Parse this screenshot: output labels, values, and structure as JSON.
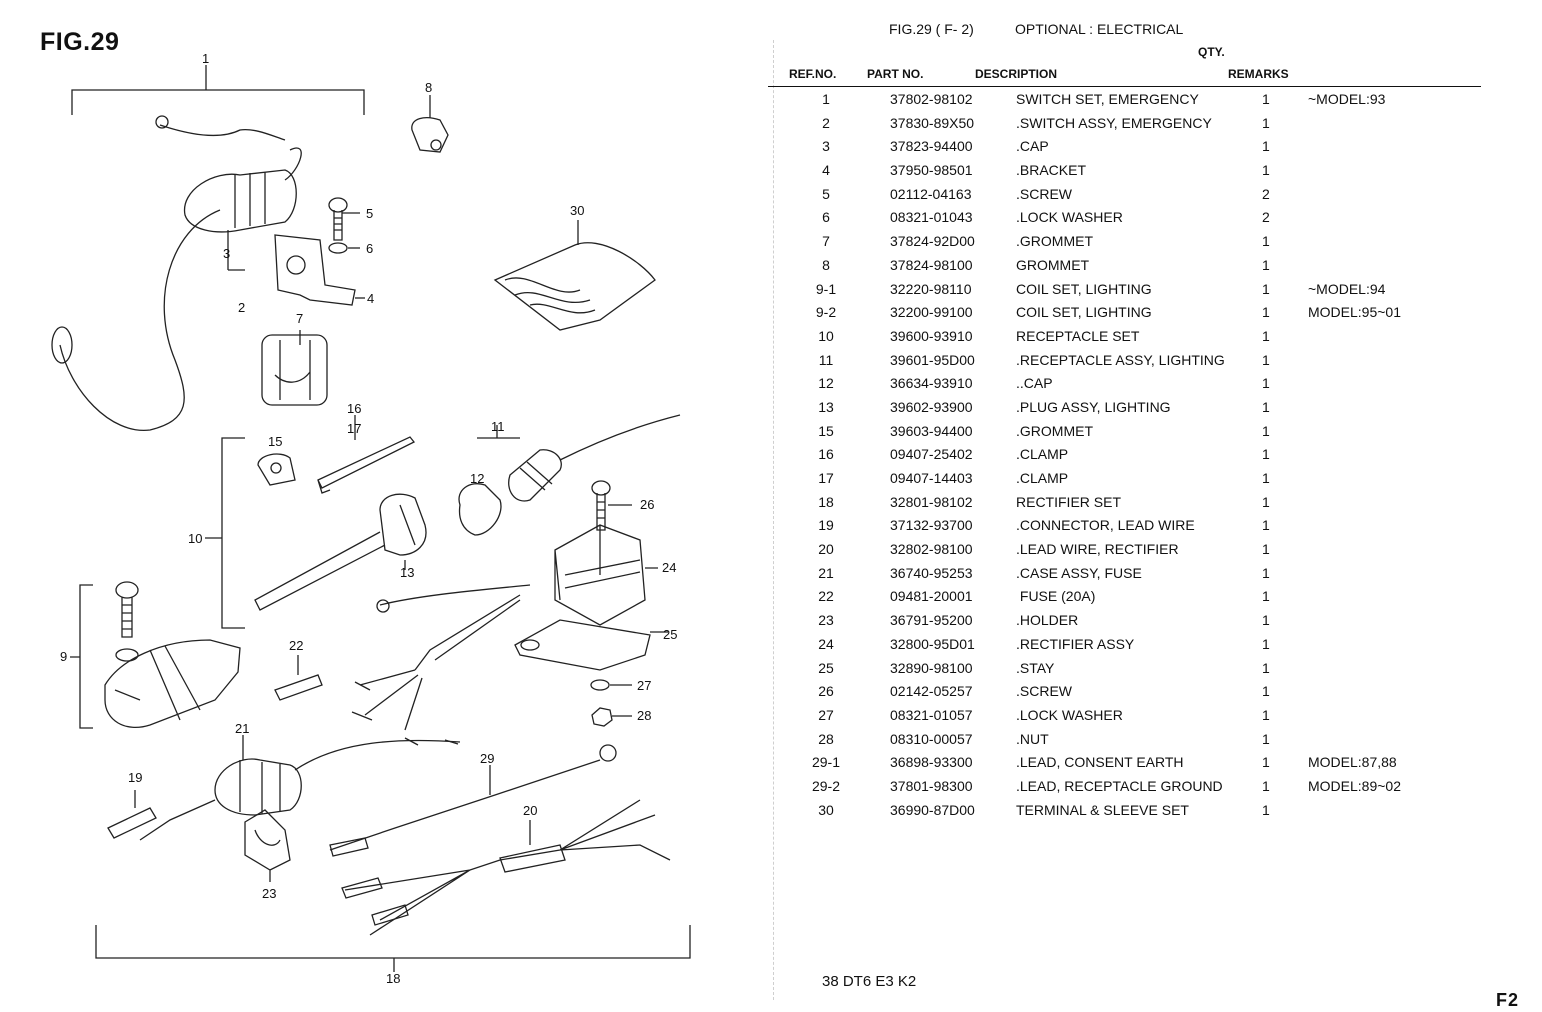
{
  "figure": {
    "title": "FIG.29"
  },
  "callouts": [
    "1",
    "2",
    "3",
    "4",
    "5",
    "6",
    "7",
    "8",
    "9",
    "10",
    "11",
    "12",
    "13",
    "15",
    "16",
    "17",
    "18",
    "19",
    "20",
    "21",
    "22",
    "23",
    "24",
    "25",
    "26",
    "27",
    "28",
    "29",
    "30"
  ],
  "list_header": {
    "fig_ref": "FIG.29 ( F- 2)",
    "section": "OPTIONAL : ELECTRICAL",
    "qty": "QTY.",
    "columns": {
      "ref": "REF.NO.",
      "part": "PART NO.",
      "desc": "DESCRIPTION",
      "remarks": "REMARKS"
    }
  },
  "parts": [
    {
      "ref": "1",
      "part": "37802-98102",
      "desc": "SWITCH SET, EMERGENCY",
      "qty": "1",
      "remarks": "~MODEL:93"
    },
    {
      "ref": "2",
      "part": "37830-89X50",
      "desc": ".SWITCH ASSY, EMERGENCY",
      "qty": "1",
      "remarks": ""
    },
    {
      "ref": "3",
      "part": "37823-94400",
      "desc": ".CAP",
      "qty": "1",
      "remarks": ""
    },
    {
      "ref": "4",
      "part": "37950-98501",
      "desc": ".BRACKET",
      "qty": "1",
      "remarks": ""
    },
    {
      "ref": "5",
      "part": "02112-04163",
      "desc": ".SCREW",
      "qty": "2",
      "remarks": ""
    },
    {
      "ref": "6",
      "part": "08321-01043",
      "desc": ".LOCK WASHER",
      "qty": "2",
      "remarks": ""
    },
    {
      "ref": "7",
      "part": "37824-92D00",
      "desc": ".GROMMET",
      "qty": "1",
      "remarks": ""
    },
    {
      "ref": "8",
      "part": "37824-98100",
      "desc": "GROMMET",
      "qty": "1",
      "remarks": ""
    },
    {
      "ref": "9-1",
      "part": "32220-98110",
      "desc": "COIL SET, LIGHTING",
      "qty": "1",
      "remarks": "~MODEL:94"
    },
    {
      "ref": "9-2",
      "part": "32200-99100",
      "desc": "COIL SET, LIGHTING",
      "qty": "1",
      "remarks": "MODEL:95~01"
    },
    {
      "ref": "10",
      "part": "39600-93910",
      "desc": "RECEPTACLE SET",
      "qty": "1",
      "remarks": ""
    },
    {
      "ref": "11",
      "part": "39601-95D00",
      "desc": ".RECEPTACLE ASSY, LIGHTING",
      "qty": "1",
      "remarks": ""
    },
    {
      "ref": "12",
      "part": "36634-93910",
      "desc": "..CAP",
      "qty": "1",
      "remarks": ""
    },
    {
      "ref": "13",
      "part": "39602-93900",
      "desc": ".PLUG ASSY, LIGHTING",
      "qty": "1",
      "remarks": ""
    },
    {
      "ref": "15",
      "part": "39603-94400",
      "desc": ".GROMMET",
      "qty": "1",
      "remarks": ""
    },
    {
      "ref": "16",
      "part": "09407-25402",
      "desc": ".CLAMP",
      "qty": "1",
      "remarks": ""
    },
    {
      "ref": "17",
      "part": "09407-14403",
      "desc": ".CLAMP",
      "qty": "1",
      "remarks": ""
    },
    {
      "ref": "18",
      "part": "32801-98102",
      "desc": "RECTIFIER SET",
      "qty": "1",
      "remarks": ""
    },
    {
      "ref": "19",
      "part": "37132-93700",
      "desc": ".CONNECTOR, LEAD WIRE",
      "qty": "1",
      "remarks": ""
    },
    {
      "ref": "20",
      "part": "32802-98100",
      "desc": ".LEAD WIRE, RECTIFIER",
      "qty": "1",
      "remarks": ""
    },
    {
      "ref": "21",
      "part": "36740-95253",
      "desc": ".CASE ASSY, FUSE",
      "qty": "1",
      "remarks": ""
    },
    {
      "ref": "22",
      "part": "09481-20001",
      "desc": " FUSE (20A)",
      "qty": "1",
      "remarks": ""
    },
    {
      "ref": "23",
      "part": "36791-95200",
      "desc": ".HOLDER",
      "qty": "1",
      "remarks": ""
    },
    {
      "ref": "24",
      "part": "32800-95D01",
      "desc": ".RECTIFIER ASSY",
      "qty": "1",
      "remarks": ""
    },
    {
      "ref": "25",
      "part": "32890-98100",
      "desc": ".STAY",
      "qty": "1",
      "remarks": ""
    },
    {
      "ref": "26",
      "part": "02142-05257",
      "desc": ".SCREW",
      "qty": "1",
      "remarks": ""
    },
    {
      "ref": "27",
      "part": "08321-01057",
      "desc": ".LOCK WASHER",
      "qty": "1",
      "remarks": ""
    },
    {
      "ref": "28",
      "part": "08310-00057",
      "desc": ".NUT",
      "qty": "1",
      "remarks": ""
    },
    {
      "ref": "29-1",
      "part": "36898-93300",
      "desc": ".LEAD, CONSENT EARTH",
      "qty": "1",
      "remarks": "MODEL:87,88"
    },
    {
      "ref": "29-2",
      "part": "37801-98300",
      "desc": ".LEAD, RECEPTACLE GROUND",
      "qty": "1",
      "remarks": "MODEL:89~02"
    },
    {
      "ref": "30",
      "part": "36990-87D00",
      "desc": "TERMINAL & SLEEVE SET",
      "qty": "1",
      "remarks": ""
    }
  ],
  "footer": {
    "code": "38 DT6 E3 K2",
    "page": "F2"
  }
}
